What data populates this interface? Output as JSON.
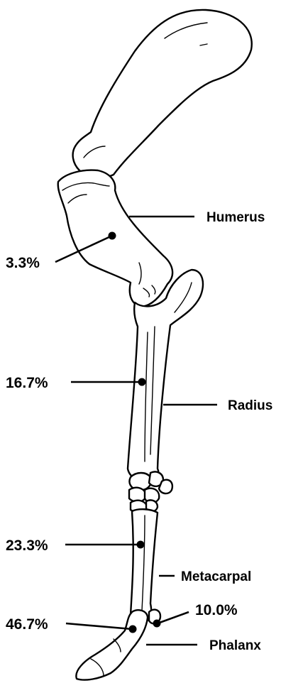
{
  "diagram": {
    "bone_labels": {
      "humerus": "Humerus",
      "radius": "Radius",
      "metacarpal": "Metacarpal",
      "phalanx": "Phalanx"
    },
    "percent_labels": {
      "humerus": "3.3%",
      "radius": "16.7%",
      "metacarpal": "23.3%",
      "phalanx": "46.7%",
      "sesamoid": "10.0%"
    }
  }
}
